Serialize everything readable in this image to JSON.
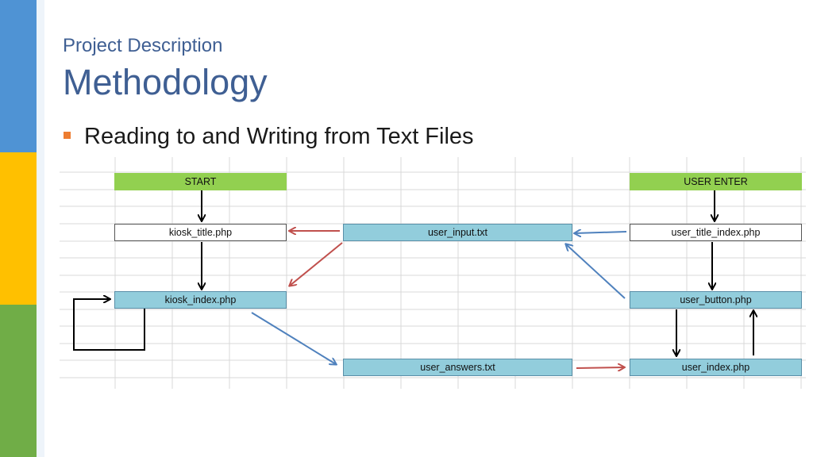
{
  "slide": {
    "subtitle": "Project Description",
    "title": "Methodology",
    "bullet": "Reading to and Writing from Text Files"
  },
  "diagram": {
    "nodes": {
      "start": "START",
      "user_enter": "USER ENTER",
      "kiosk_title": "kiosk_title.php",
      "user_input": "user_input.txt",
      "user_title_index": "user_title_index.php",
      "kiosk_index": "kiosk_index.php",
      "user_button": "user_button.php",
      "user_answers": "user_answers.txt",
      "user_index": "user_index.php"
    },
    "colors": {
      "start_box": "#92d050",
      "file_box": "#92cddc",
      "red_arrow": "#c0504d",
      "blue_arrow": "#4f81bd",
      "black_arrow": "#000000"
    }
  }
}
